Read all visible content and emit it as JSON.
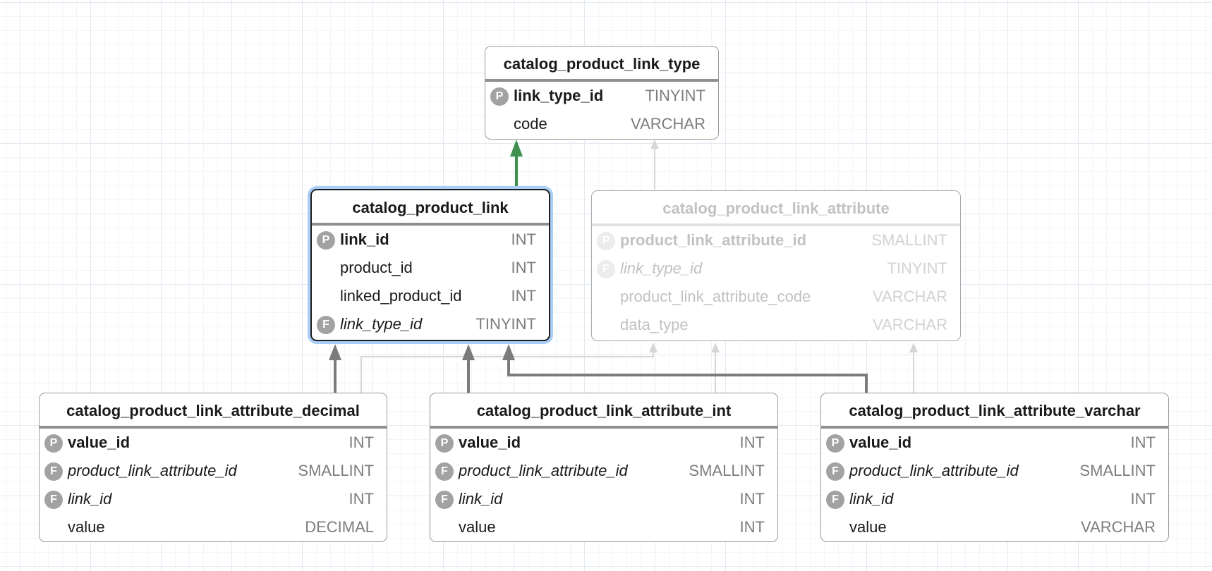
{
  "diagram": {
    "tables": [
      {
        "id": "link_type",
        "name": "catalog_product_link_type",
        "columns": [
          {
            "key": "P",
            "name": "link_type_id",
            "type": "TINYINT"
          },
          {
            "key": "",
            "name": "code",
            "type": "VARCHAR"
          }
        ]
      },
      {
        "id": "link",
        "name": "catalog_product_link",
        "columns": [
          {
            "key": "P",
            "name": "link_id",
            "type": "INT"
          },
          {
            "key": "",
            "name": "product_id",
            "type": "INT"
          },
          {
            "key": "",
            "name": "linked_product_id",
            "type": "INT"
          },
          {
            "key": "F",
            "name": "link_type_id",
            "type": "TINYINT"
          }
        ]
      },
      {
        "id": "link_attribute",
        "name": "catalog_product_link_attribute",
        "columns": [
          {
            "key": "P",
            "name": "product_link_attribute_id",
            "type": "SMALLINT"
          },
          {
            "key": "F",
            "name": "link_type_id",
            "type": "TINYINT"
          },
          {
            "key": "",
            "name": "product_link_attribute_code",
            "type": "VARCHAR"
          },
          {
            "key": "",
            "name": "data_type",
            "type": "VARCHAR"
          }
        ]
      },
      {
        "id": "attr_decimal",
        "name": "catalog_product_link_attribute_decimal",
        "columns": [
          {
            "key": "P",
            "name": "value_id",
            "type": "INT"
          },
          {
            "key": "F",
            "name": "product_link_attribute_id",
            "type": "SMALLINT"
          },
          {
            "key": "F",
            "name": "link_id",
            "type": "INT"
          },
          {
            "key": "",
            "name": "value",
            "type": "DECIMAL"
          }
        ]
      },
      {
        "id": "attr_int",
        "name": "catalog_product_link_attribute_int",
        "columns": [
          {
            "key": "P",
            "name": "value_id",
            "type": "INT"
          },
          {
            "key": "F",
            "name": "product_link_attribute_id",
            "type": "SMALLINT"
          },
          {
            "key": "F",
            "name": "link_id",
            "type": "INT"
          },
          {
            "key": "",
            "name": "value",
            "type": "INT"
          }
        ]
      },
      {
        "id": "attr_varchar",
        "name": "catalog_product_link_attribute_varchar",
        "columns": [
          {
            "key": "P",
            "name": "value_id",
            "type": "INT"
          },
          {
            "key": "F",
            "name": "product_link_attribute_id",
            "type": "SMALLINT"
          },
          {
            "key": "F",
            "name": "link_id",
            "type": "INT"
          },
          {
            "key": "",
            "name": "value",
            "type": "VARCHAR"
          }
        ]
      }
    ],
    "colors": {
      "selected_relation": "#3f8f4e",
      "relation": "#7b7b7b",
      "faded_relation": "#d4d4d4",
      "selection_glow": "#a8cdf6",
      "key_badge": "#a2a2a2"
    }
  }
}
